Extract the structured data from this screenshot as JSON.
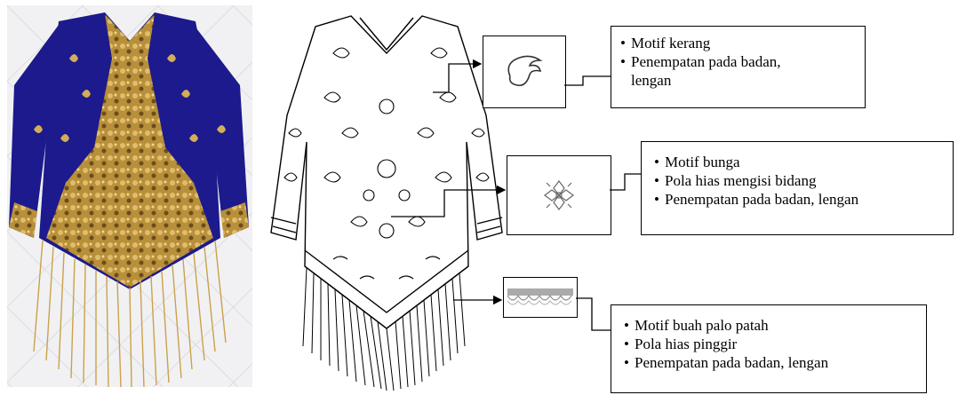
{
  "motifs": [
    {
      "bullets": [
        "Motif kerang",
        "Penempatan pada badan,",
        "lengan"
      ]
    },
    {
      "bullets": [
        "Motif bunga",
        "Pola hias mengisi bidang",
        "Penempatan pada badan, lengan"
      ]
    },
    {
      "bullets": [
        "Motif buah palo patah",
        "Pola hias pinggir",
        "Penempatan pada badan, lengan"
      ]
    }
  ],
  "colors": {
    "velvet": "#1c1a8c",
    "gold": "#c9a24a",
    "ink": "#000000"
  },
  "icons": [
    "shell-motif-icon",
    "flower-motif-icon",
    "border-motif-icon"
  ]
}
